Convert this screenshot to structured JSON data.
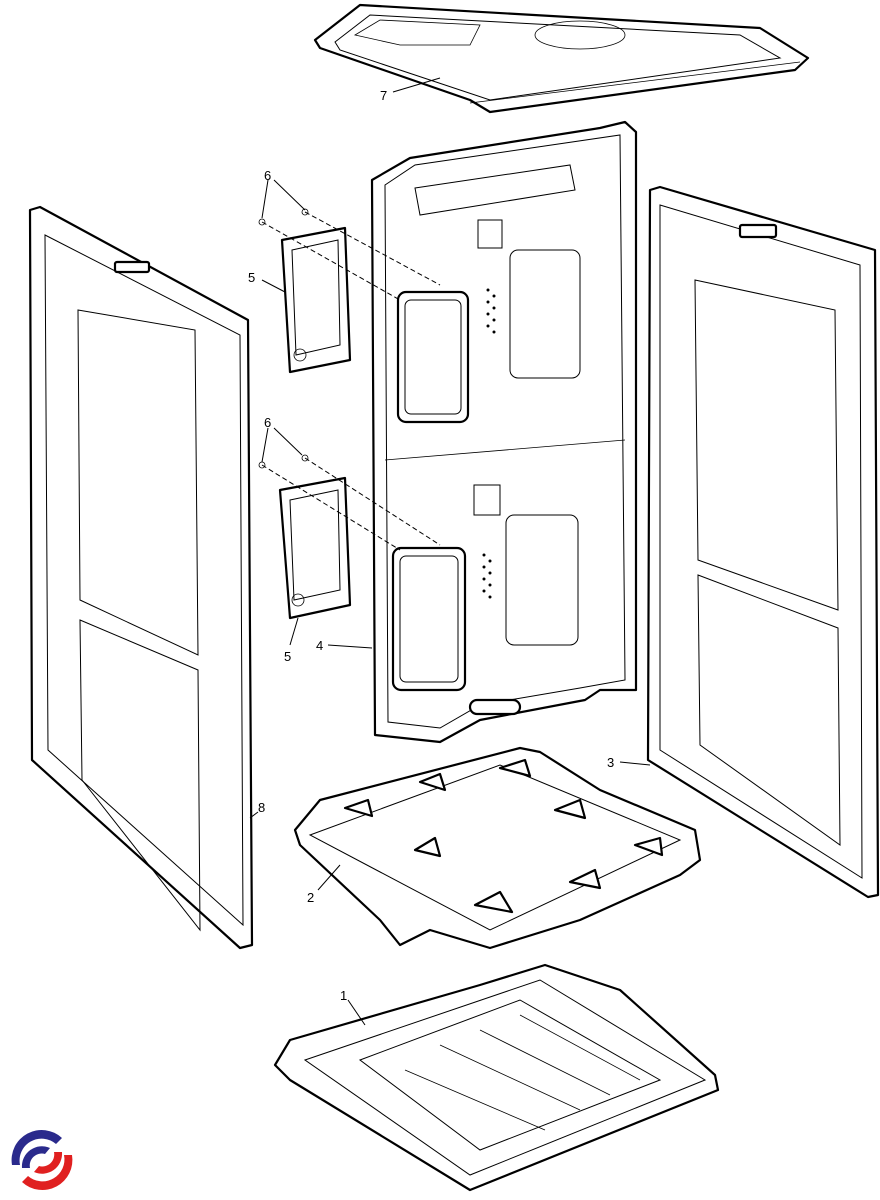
{
  "diagram": {
    "type": "exploded-parts-view",
    "callouts": [
      {
        "id": "1",
        "text": "1"
      },
      {
        "id": "2",
        "text": "2"
      },
      {
        "id": "3",
        "text": "3"
      },
      {
        "id": "4",
        "text": "4"
      },
      {
        "id": "5a",
        "text": "5"
      },
      {
        "id": "5b",
        "text": "5"
      },
      {
        "id": "6a",
        "text": "6"
      },
      {
        "id": "6b",
        "text": "6"
      },
      {
        "id": "7",
        "text": "7"
      },
      {
        "id": "8",
        "text": "8"
      }
    ]
  },
  "logo": {
    "name": "brand-logo",
    "colors": {
      "blue": "#2a2a8c",
      "red": "#e02020"
    }
  }
}
